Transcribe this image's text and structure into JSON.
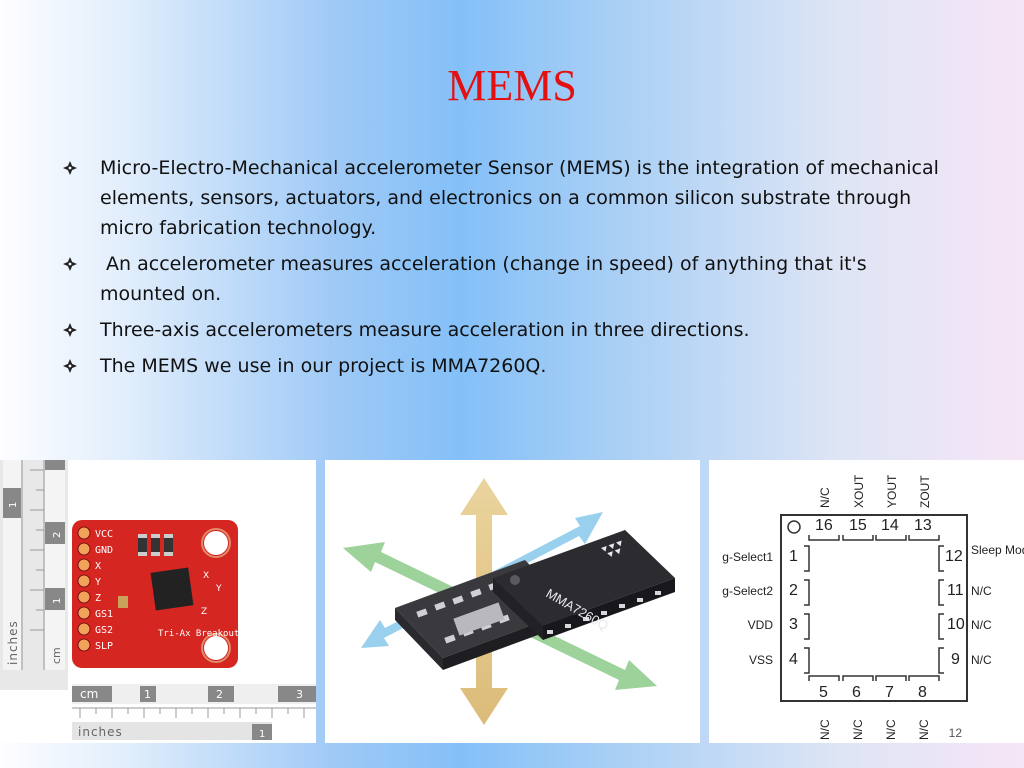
{
  "slide": {
    "title": "MEMS",
    "page_number": "12",
    "bullets": [
      "Micro-Electro-Mechanical accelerometer Sensor (MEMS) is the integration of mechanical elements, sensors, actuators, and electronics on a common silicon substrate through micro fabrication technology.",
      " An accelerometer measures acceleration (change in speed) of anything that it's mounted on.",
      "Three-axis accelerometers measure acceleration in three directions.",
      "The MEMS we use in our project is MMA7260Q."
    ]
  },
  "breakout_photo": {
    "pin_labels": [
      "VCC",
      "GND",
      "X",
      "Y",
      "Z",
      "GS1",
      "GS2",
      "SLP"
    ],
    "board_label": "Tri-Ax Breakout",
    "ruler_cm_label": "cm",
    "ruler_inches_label": "inches",
    "ruler_ticks_cm": [
      "1",
      "2",
      "3"
    ],
    "ruler_ticks_inch": [
      "1"
    ]
  },
  "chip_photo": {
    "chip_label": "MMA7260Q"
  },
  "pinout": {
    "top_labels": [
      "N/C",
      "XOUT",
      "YOUT",
      "ZOUT"
    ],
    "top_pins": [
      "16",
      "15",
      "14",
      "13"
    ],
    "bottom_pins": [
      "5",
      "6",
      "7",
      "8"
    ],
    "bottom_labels": [
      "N/C",
      "N/C",
      "N/C",
      "N/C"
    ],
    "left_pins": [
      "1",
      "2",
      "3",
      "4"
    ],
    "left_labels": [
      "g-Select1",
      "g-Select2",
      "VDD",
      "VSS"
    ],
    "right_pins": [
      "12",
      "11",
      "10",
      "9"
    ],
    "right_labels": [
      "Sleep Mode",
      "N/C",
      "N/C",
      "N/C"
    ]
  },
  "colors": {
    "title": "#e41010",
    "board": "#d62622",
    "chip": "#2a2a2e",
    "arrow_vertical": "#e6c98a",
    "arrow_green": "#8cca88",
    "arrow_blue": "#86c8ea"
  }
}
